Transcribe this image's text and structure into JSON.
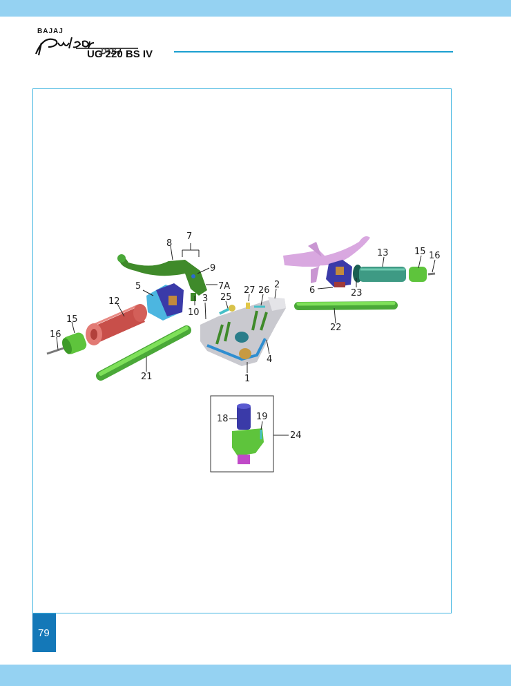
{
  "header": {
    "maker": "BAJAJ",
    "logo_text": "Pulsar DTS-i",
    "model": "UG 220 BS IV"
  },
  "page_number": "79",
  "parts": {
    "p1": "1",
    "p2": "2",
    "p3": "3",
    "p4": "4",
    "p5": "5",
    "p6": "6",
    "p7": "7",
    "p7a": "7A",
    "p8": "8",
    "p9": "9",
    "p10": "10",
    "p12": "12",
    "p13": "13",
    "p15a": "15",
    "p15b": "15",
    "p16a": "16",
    "p16b": "16",
    "p18": "18",
    "p19": "19",
    "p21": "21",
    "p22": "22",
    "p23": "23",
    "p24": "24",
    "p25": "25",
    "p26": "26",
    "p27": "27"
  },
  "colors": {
    "band": "#95d2f2",
    "accent": "#1a9fd0",
    "page_tab": "#1478b8",
    "lever_green": "#3f8a2a",
    "rod_green": "#6fd04a",
    "grip_red": "#d9605c",
    "switch_blue": "#3a3aa8",
    "bracket_grey": "#c9c9cf"
  }
}
